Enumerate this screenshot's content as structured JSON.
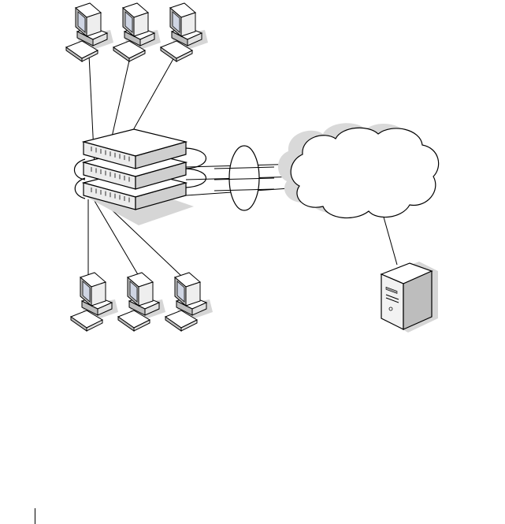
{
  "diagram": {
    "type": "network-topology",
    "nodes": [
      {
        "id": "pc-top-1",
        "kind": "workstation-icon"
      },
      {
        "id": "pc-top-2",
        "kind": "workstation-icon"
      },
      {
        "id": "pc-top-3",
        "kind": "workstation-icon"
      },
      {
        "id": "switch-stack",
        "kind": "switch-stack-icon",
        "units": 3
      },
      {
        "id": "link-aggregation",
        "kind": "ellipse-bundle"
      },
      {
        "id": "network-cloud",
        "kind": "cloud-icon"
      },
      {
        "id": "server",
        "kind": "server-tower-icon"
      },
      {
        "id": "pc-bottom-1",
        "kind": "workstation-icon"
      },
      {
        "id": "pc-bottom-2",
        "kind": "workstation-icon"
      },
      {
        "id": "pc-bottom-3",
        "kind": "workstation-icon"
      }
    ],
    "edges": [
      [
        "pc-top-1",
        "switch-stack"
      ],
      [
        "pc-top-2",
        "switch-stack"
      ],
      [
        "pc-top-3",
        "switch-stack"
      ],
      [
        "pc-bottom-1",
        "switch-stack"
      ],
      [
        "pc-bottom-2",
        "switch-stack"
      ],
      [
        "pc-bottom-3",
        "switch-stack"
      ],
      [
        "switch-stack",
        "network-cloud"
      ],
      [
        "network-cloud",
        "server"
      ]
    ],
    "colors": {
      "line": "#000000",
      "fill_light": "#ffffff",
      "fill_gray": "#d9d9d9",
      "shadow": "#cfcfcf",
      "screen": "#cfd5e3"
    }
  }
}
